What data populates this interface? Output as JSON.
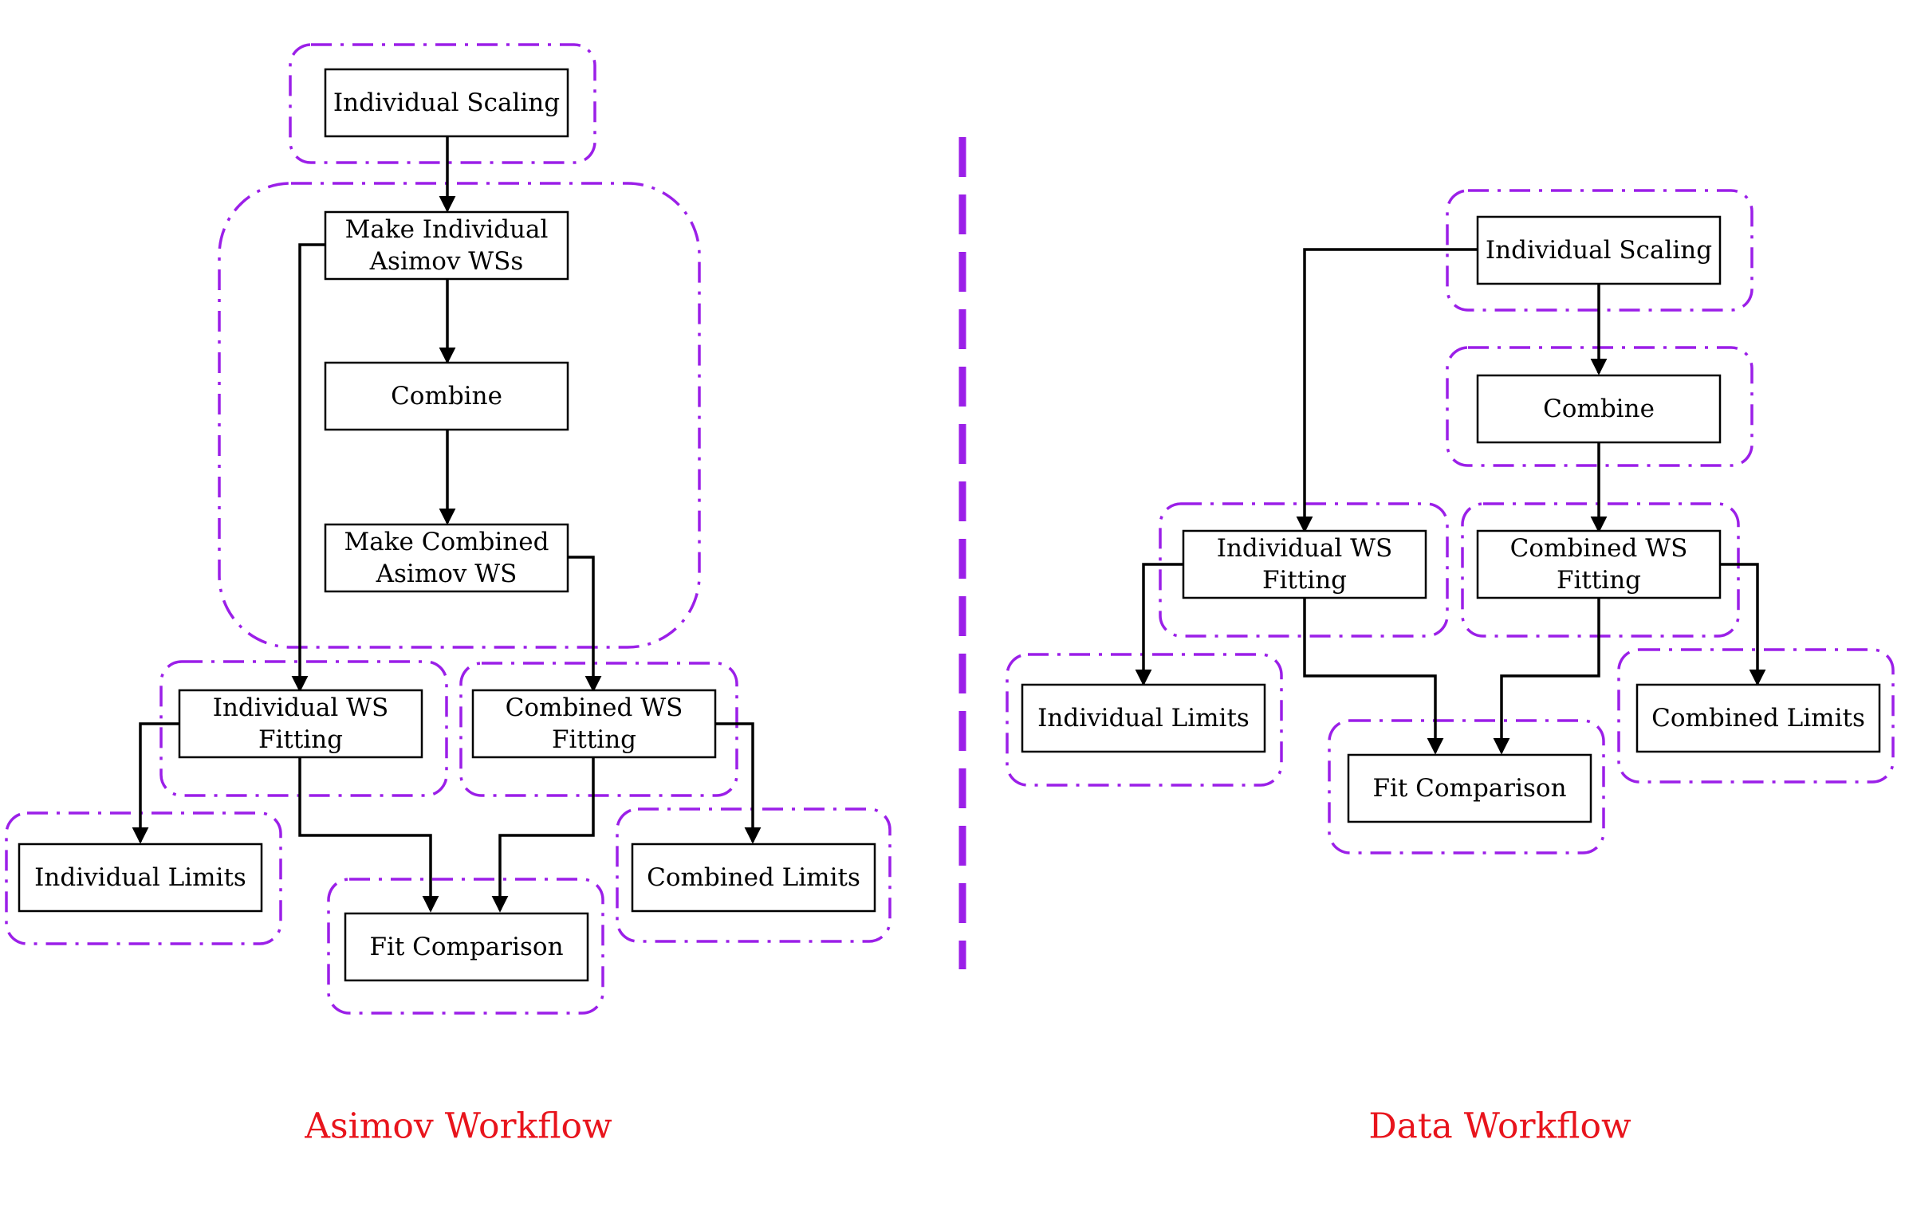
{
  "colors": {
    "group_frame": "#9b1fe8",
    "title": "#e8141c",
    "box_stroke": "#000000",
    "edge": "#000000"
  },
  "asimov": {
    "title": "Asimov Workflow",
    "nodes": {
      "individual_scaling": [
        "Individual Scaling"
      ],
      "make_individual": [
        "Make Individual",
        "Asimov WSs"
      ],
      "combine": [
        "Combine"
      ],
      "make_combined": [
        "Make Combined",
        "Asimov WS"
      ],
      "individual_ws_fitting": [
        "Individual WS",
        "Fitting"
      ],
      "combined_ws_fitting": [
        "Combined WS",
        "Fitting"
      ],
      "individual_limits": [
        "Individual Limits"
      ],
      "combined_limits": [
        "Combined Limits"
      ],
      "fit_comparison": [
        "Fit Comparison"
      ]
    }
  },
  "data": {
    "title": "Data Workflow",
    "nodes": {
      "individual_scaling": [
        "Individual Scaling"
      ],
      "combine": [
        "Combine"
      ],
      "individual_ws_fitting": [
        "Individual WS",
        "Fitting"
      ],
      "combined_ws_fitting": [
        "Combined WS",
        "Fitting"
      ],
      "individual_limits": [
        "Individual Limits"
      ],
      "combined_limits": [
        "Combined Limits"
      ],
      "fit_comparison": [
        "Fit Comparison"
      ]
    }
  }
}
